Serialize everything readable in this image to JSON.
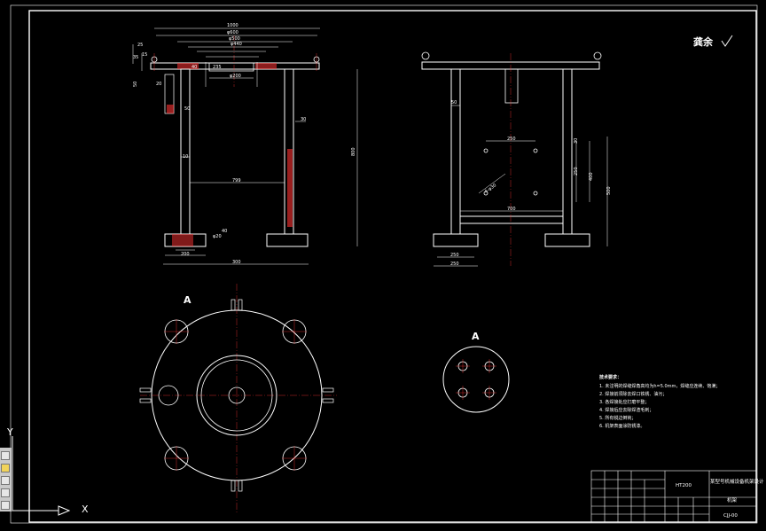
{
  "signature": "龚余",
  "section_label": "A",
  "front_view": {
    "dims": [
      "1000",
      "φ600",
      "φ500",
      "φ440",
      "φ200",
      "40",
      "235",
      "50",
      "20",
      "25",
      "35",
      "15",
      "10",
      "50",
      "799",
      "30",
      "800",
      "40",
      "φ20",
      "200",
      "300"
    ]
  },
  "side_view": {
    "dims": [
      "50",
      "250",
      "30",
      "250",
      "400",
      "500",
      "700",
      "4-φ30",
      "250",
      "250"
    ]
  },
  "tech_requirements": {
    "title": "技术要求：",
    "items": [
      "1. 未注明的焊缝焊角高均为h=5.0mm，焊缝应连续、饱满；",
      "2. 焊接前须除去焊口铁锈、油污；",
      "3. 各焊接处应打磨平整；",
      "4. 焊接后应去除焊渣毛刺；",
      "5. 所有锐边倒钝；",
      "6. 机架表面涂防锈漆。"
    ]
  },
  "title_block": {
    "material": "HT200",
    "project_name": "某型号机械设备机架设计",
    "part_name": "机架",
    "drawing_no": "CJJ-00"
  },
  "ucs": {
    "x_label": "X",
    "y_label": "Y"
  },
  "statusbar": {
    "text": ""
  }
}
